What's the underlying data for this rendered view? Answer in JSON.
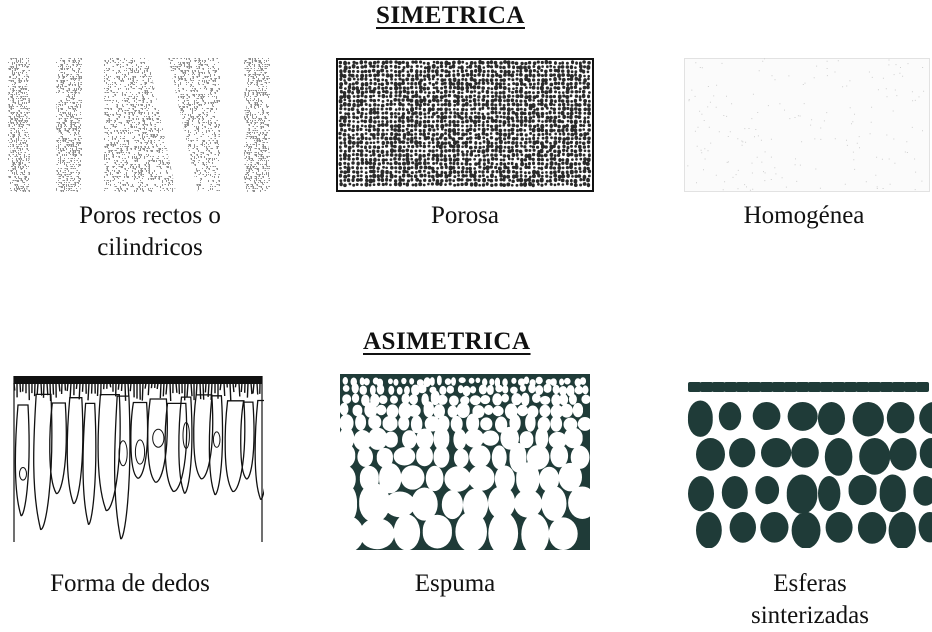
{
  "symmetric": {
    "heading": "SIMETRICA",
    "items": [
      {
        "label": "Poros rectos o\ncilindricos"
      },
      {
        "label": "Porosa"
      },
      {
        "label": "Homogénea"
      }
    ]
  },
  "asymmetric": {
    "heading": "ASIMETRICA",
    "items": [
      {
        "label": "Forma de dedos"
      },
      {
        "label": "Espuma"
      },
      {
        "label": "Esferas\nsinterizadas"
      }
    ]
  },
  "colors": {
    "ink": "#111111",
    "grain_gray": "#8f8f8f",
    "dark_fill": "#1f3b38",
    "speckle": "#cfcfcf"
  }
}
